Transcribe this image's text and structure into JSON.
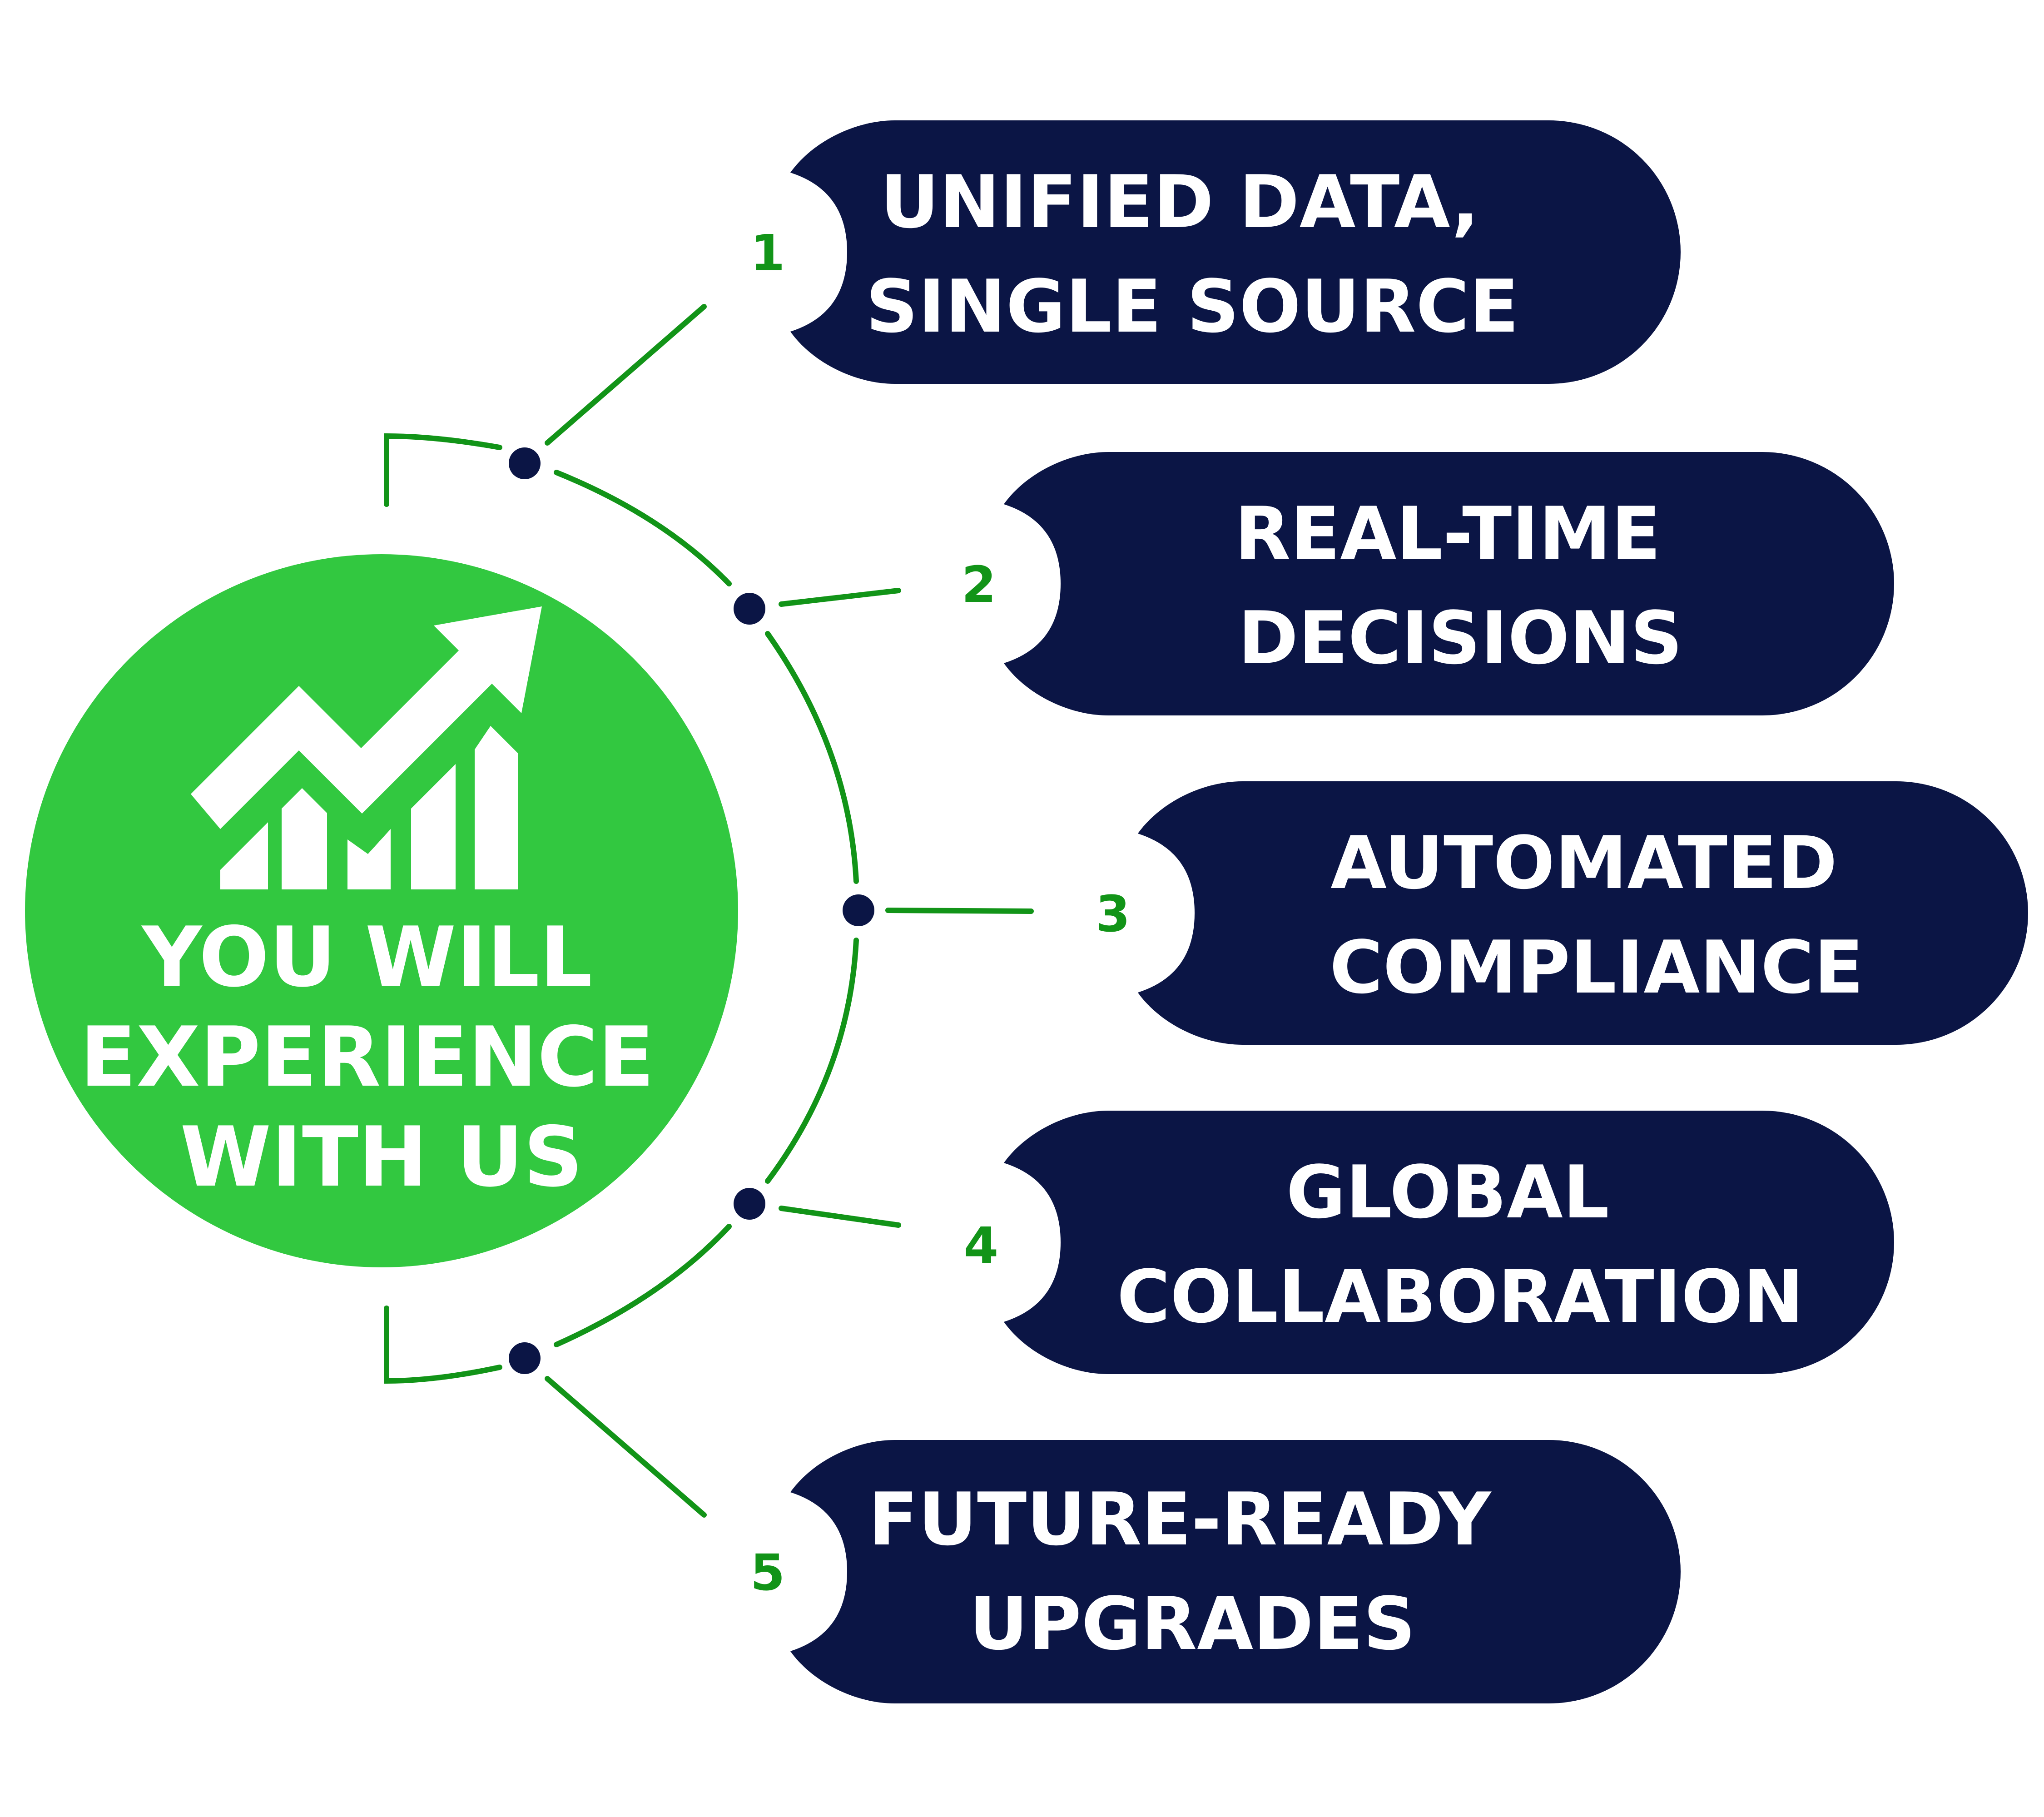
{
  "colors": {
    "green": "#32c840",
    "line_green": "#129418",
    "navy": "#0b1545",
    "text": "#ffffff"
  },
  "center": {
    "icon": "growth-chart-icon",
    "title_lines": [
      "YOU WILL",
      "EXPERIENCE",
      "WITH US"
    ]
  },
  "items": [
    {
      "number": "1",
      "lines": [
        "UNIFIED DATA,",
        "SINGLE SOURCE"
      ]
    },
    {
      "number": "2",
      "lines": [
        "REAL-TIME",
        "DECISIONS"
      ]
    },
    {
      "number": "3",
      "lines": [
        "AUTOMATED",
        "COMPLIANCE"
      ]
    },
    {
      "number": "4",
      "lines": [
        "GLOBAL",
        "COLLABORATION"
      ]
    },
    {
      "number": "5",
      "lines": [
        "FUTURE-READY",
        "UPGRADES"
      ]
    }
  ]
}
